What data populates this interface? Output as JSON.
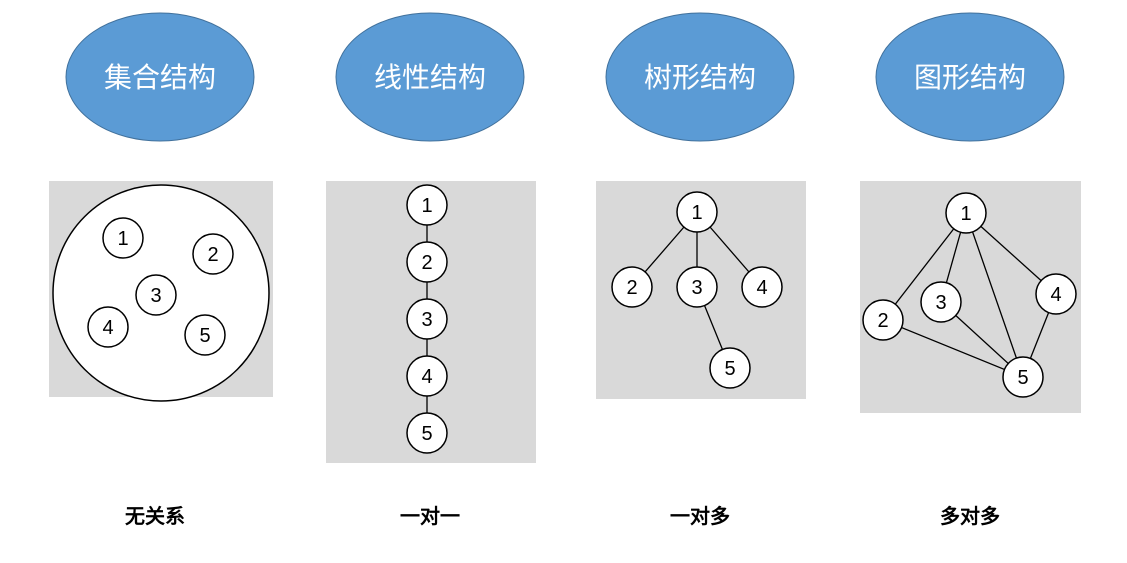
{
  "colors": {
    "ellipse_fill": "#5b9bd5",
    "ellipse_stroke": "#41719c",
    "panel_fill": "#d9d9d9",
    "node_fill": "#ffffff",
    "node_stroke": "#000000",
    "edge": "#000000"
  },
  "structures": [
    {
      "title": "集合结构",
      "caption": "无关系",
      "type": "set",
      "nodes": [
        "1",
        "2",
        "3",
        "4",
        "5"
      ],
      "edges": []
    },
    {
      "title": "线性结构",
      "caption": "一对一",
      "type": "linear",
      "nodes": [
        "1",
        "2",
        "3",
        "4",
        "5"
      ],
      "edges": [
        [
          "1",
          "2"
        ],
        [
          "2",
          "3"
        ],
        [
          "3",
          "4"
        ],
        [
          "4",
          "5"
        ]
      ]
    },
    {
      "title": "树形结构",
      "caption": "一对多",
      "type": "tree",
      "nodes": [
        "1",
        "2",
        "3",
        "4",
        "5"
      ],
      "edges": [
        [
          "1",
          "2"
        ],
        [
          "1",
          "3"
        ],
        [
          "1",
          "4"
        ],
        [
          "3",
          "5"
        ]
      ]
    },
    {
      "title": "图形结构",
      "caption": "多对多",
      "type": "graph",
      "nodes": [
        "1",
        "2",
        "3",
        "4",
        "5"
      ],
      "edges": [
        [
          "1",
          "2"
        ],
        [
          "1",
          "3"
        ],
        [
          "1",
          "4"
        ],
        [
          "1",
          "5"
        ],
        [
          "2",
          "5"
        ],
        [
          "3",
          "5"
        ],
        [
          "4",
          "5"
        ]
      ]
    }
  ]
}
